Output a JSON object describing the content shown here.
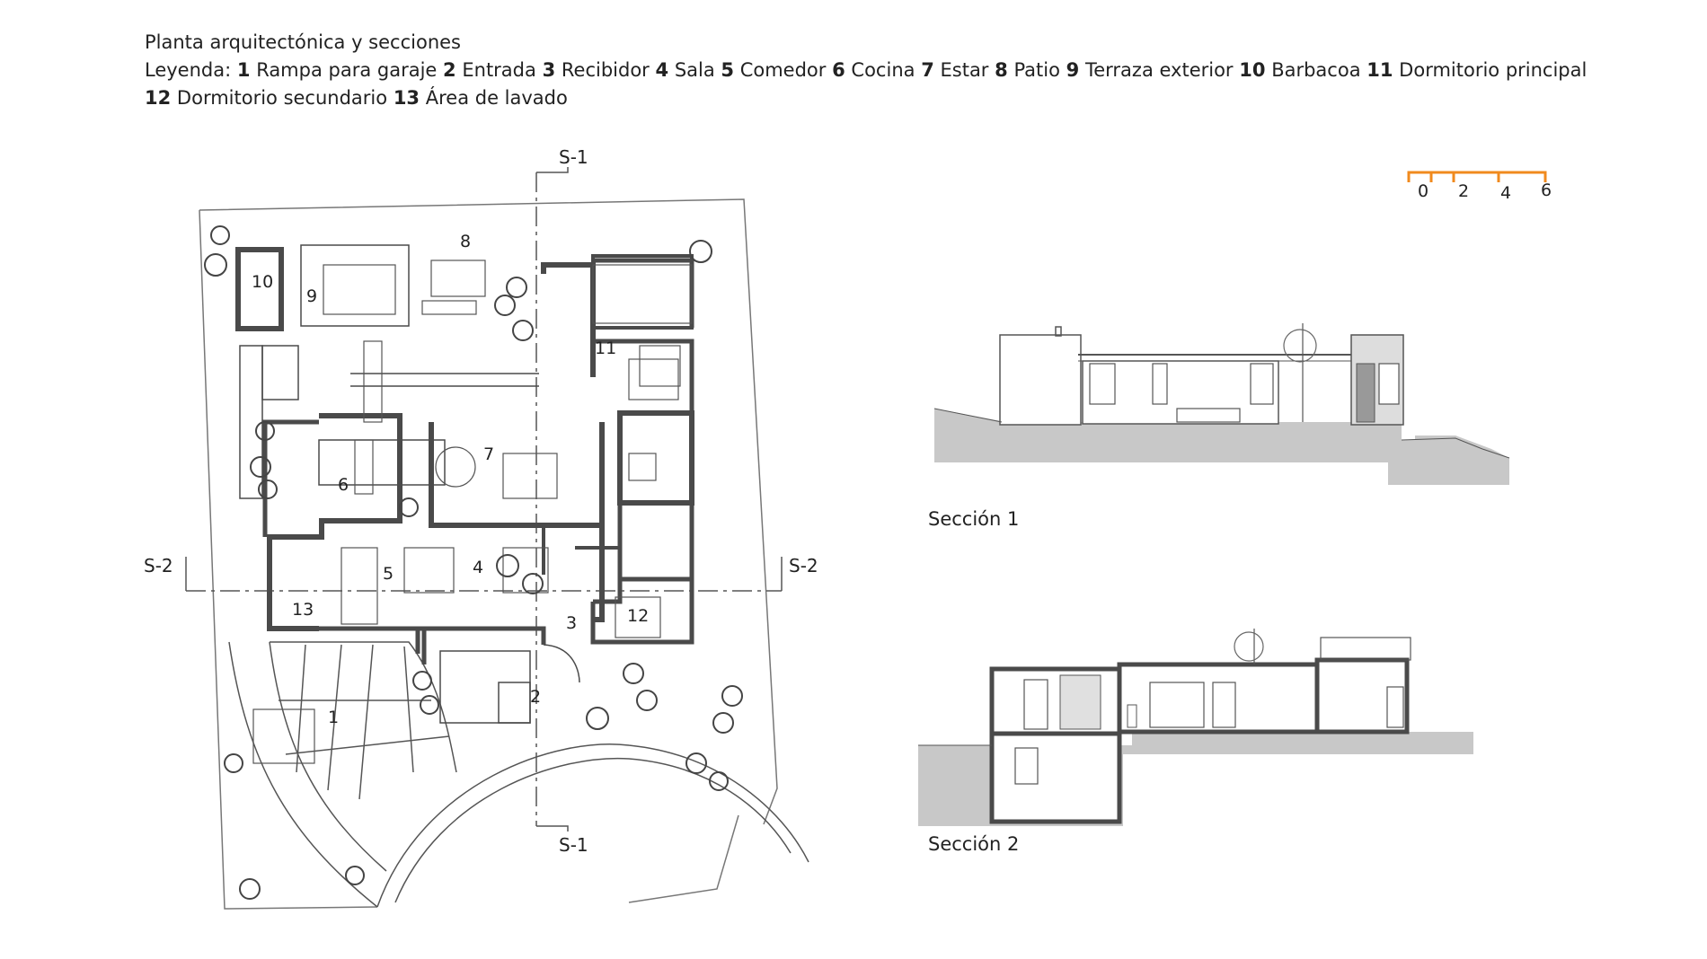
{
  "header": {
    "title": "Planta arquitectónica y secciones",
    "legend_label": "Leyenda:",
    "legend_items": [
      {
        "num": "1",
        "text": "Rampa para garaje"
      },
      {
        "num": "2",
        "text": "Entrada"
      },
      {
        "num": "3",
        "text": "Recibidor"
      },
      {
        "num": "4",
        "text": "Sala"
      },
      {
        "num": "5",
        "text": "Comedor"
      },
      {
        "num": "6",
        "text": "Cocina"
      },
      {
        "num": "7",
        "text": "Estar"
      },
      {
        "num": "8",
        "text": "Patio"
      },
      {
        "num": "9",
        "text": "Terraza exterior"
      },
      {
        "num": "10",
        "text": "Barbacoa"
      },
      {
        "num": "11",
        "text": "Dormitorio principal"
      },
      {
        "num": "12",
        "text": "Dormitorio secundario"
      },
      {
        "num": "13",
        "text": "Área de lavado"
      }
    ]
  },
  "plan": {
    "room_numbers": [
      "1",
      "2",
      "3",
      "4",
      "5",
      "6",
      "7",
      "8",
      "9",
      "10",
      "11",
      "12",
      "13"
    ],
    "section_marks": {
      "s1_top": "S-1",
      "s1_bottom": "S-1",
      "s2_left": "S-2",
      "s2_right": "S-2"
    }
  },
  "scale_bar": {
    "ticks": [
      "0",
      "2",
      "4",
      "6"
    ],
    "color": "#F08A1E"
  },
  "sections": {
    "section1_label": "Sección 1",
    "section2_label": "Sección 2"
  },
  "colors": {
    "line": "#555555",
    "wall": "#4a4a4a",
    "ground": "#c8c8c8",
    "accent": "#F08A1E"
  }
}
